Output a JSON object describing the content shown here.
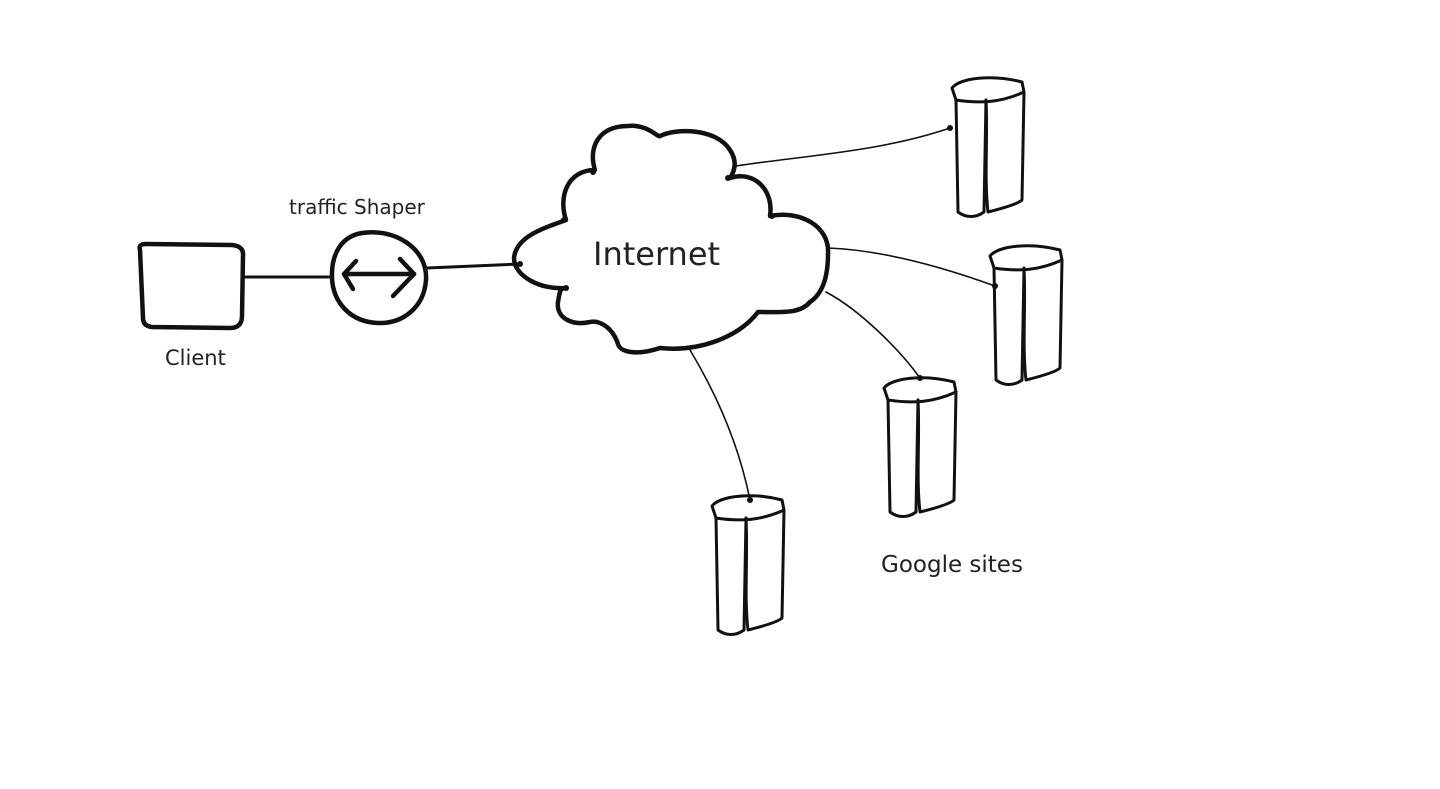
{
  "diagram": {
    "client_label": "Client",
    "shaper_label": "traffic Shaper",
    "internet_label": "Internet",
    "servers_label": "Google sites"
  },
  "colors": {
    "background": "#ffffff",
    "ink": "#111111"
  },
  "icons": [
    "client-box-icon",
    "traffic-shaper-icon",
    "internet-cloud-icon",
    "server-icon"
  ]
}
